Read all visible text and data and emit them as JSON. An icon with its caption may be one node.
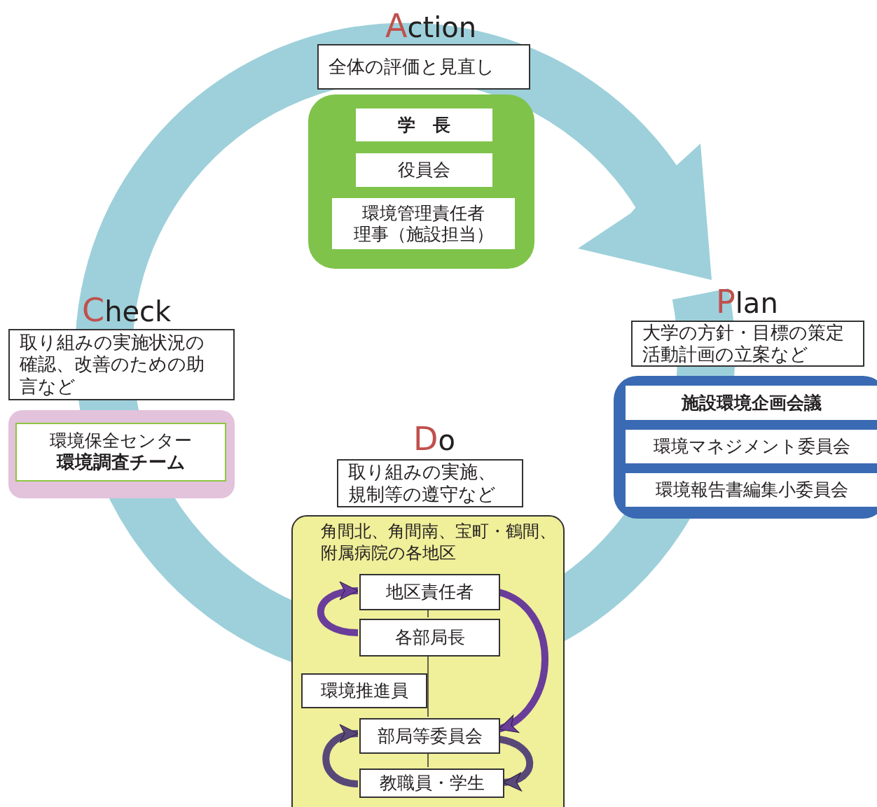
{
  "diagram": {
    "nodes": [
      {
        "text": [
          "全体の評価と見直し"
        ]
      },
      {
        "text": [],
        "shape": "box"
      },
      {
        "text": [
          "学　長"
        ],
        "in": 1
      },
      {
        "text": [
          "役員会"
        ],
        "in": 1
      },
      {
        "text": [
          "環境管理責任者",
          "理事（施設担当）"
        ],
        "in": 1
      },
      {
        "text": [
          "大学の方針・目標の策定活動計画の立案など"
        ]
      },
      {
        "text": [],
        "shape": "box"
      },
      {
        "text": [
          "施設環境企画会議"
        ],
        "in": 6
      },
      {
        "text": [
          "環境マネジメント委員会"
        ],
        "in": 6
      },
      {
        "text": [
          "環境報告書編集小委員会"
        ],
        "in": 6
      },
      {
        "text": [
          "取り組みの実施状況の確認、改善のための助言など"
        ]
      },
      {
        "text": [],
        "shape": "box"
      },
      {
        "text": [
          "環境保全センター",
          "環境調査チーム"
        ],
        "in": 11
      },
      {
        "text": [
          "取り組みの実施、規制等の遵守など"
        ]
      },
      {
        "text": [
          "角間北、角間南、宝町・鶴間、附属病院の各地区"
        ]
      },
      {
        "text": [
          "地区責任者"
        ],
        "in": 14
      },
      {
        "text": [
          "各部局長"
        ],
        "in": 14
      },
      {
        "text": [
          "環境推進員"
        ],
        "in": 14
      },
      {
        "text": [
          "部局等委員会"
        ],
        "in": 14
      },
      {
        "text": [
          "教職員・学生"
        ],
        "in": 14
      }
    ],
    "edges": [
      {
        "from": 16,
        "to": 15,
        "arrow": "to",
        "color": "#6a3d9a"
      },
      {
        "from": 15,
        "to": 18,
        "arrow": "to",
        "color": "#6a3d9a"
      },
      {
        "from": 18,
        "to": 19,
        "arrow": "to",
        "color": "#584878"
      },
      {
        "from": 19,
        "to": 18,
        "arrow": "to",
        "color": "#584878"
      },
      {
        "from": 15,
        "to": 16,
        "arrow": "none"
      },
      {
        "from": 16,
        "to": 18,
        "arrow": "none"
      },
      {
        "from": 18,
        "to": 19,
        "arrow": "none"
      }
    ],
    "labels": [
      "Action",
      "Plan",
      "Check",
      "Do"
    ]
  }
}
